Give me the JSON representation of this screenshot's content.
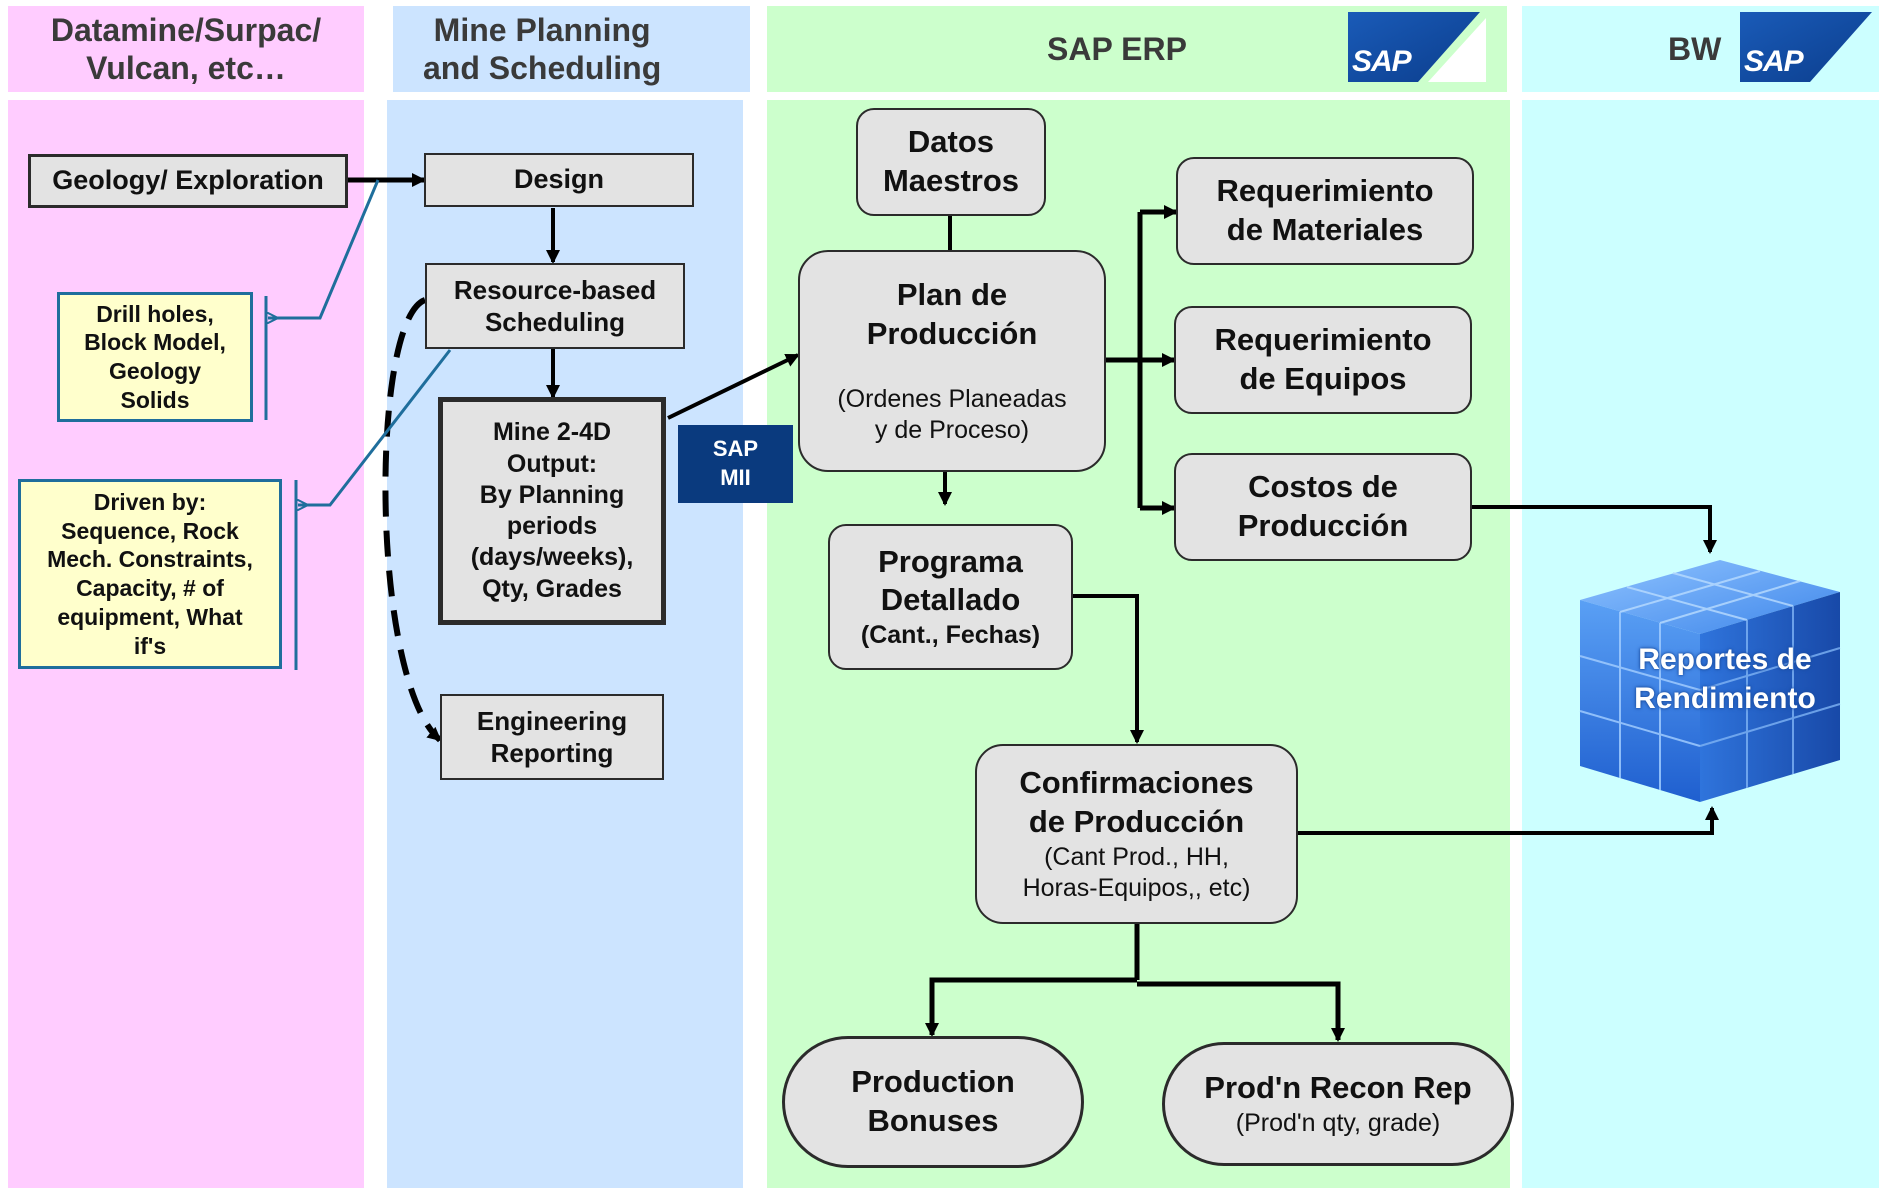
{
  "lanes": {
    "datamine": {
      "title": "Datamine/Surpac/\nVulcan, etc…",
      "color": "#ffccff"
    },
    "mine_planning": {
      "title": "Mine Planning\nand Scheduling",
      "color": "#cce4ff"
    },
    "sap_erp": {
      "title": "SAP ERP",
      "color": "#ccffcc"
    },
    "bw": {
      "title": "BW",
      "color": "#ccffff"
    }
  },
  "logos": {
    "sap_label": "SAP"
  },
  "nodes": {
    "geology": "Geology/ Exploration",
    "drill_holes": "Drill holes,\nBlock Model,\nGeology\nSolids",
    "driven_by": "Driven by:\nSequence, Rock\nMech. Constraints,\nCapacity, # of\nequipment, What\nif's",
    "design": "Design",
    "resource_scheduling": "Resource-based\nScheduling",
    "mine_output": "Mine 2-4D\nOutput:\nBy Planning\nperiods\n(days/weeks),\nQty, Grades",
    "engineering_reporting": "Engineering\nReporting",
    "sap_mii": "SAP\nMII",
    "datos_maestros": "Datos\nMaestros",
    "plan_produccion": {
      "title": "Plan de\nProducción",
      "detail": "(Ordenes Planeadas\ny de Proceso)"
    },
    "requerimiento_materiales": "Requerimiento\nde Materiales",
    "requerimiento_equipos": "Requerimiento\nde Equipos",
    "costos_produccion": "Costos de\nProducción",
    "programa_detallado": {
      "title": "Programa\nDetallado",
      "detail": "(Cant., Fechas)"
    },
    "confirmaciones": {
      "title": "Confirmaciones\nde Producción",
      "detail": "(Cant Prod., HH,\nHoras-Equipos,, etc)"
    },
    "production_bonuses": "Production\nBonuses",
    "prod_recon": {
      "title": "Prod'n Recon Rep",
      "detail": "(Prod'n qty, grade)"
    },
    "reportes": "Reportes de\nRendimiento"
  },
  "colors": {
    "accent_blue": "#1f6e9c",
    "mii_blue": "#0a3a7e",
    "cube_blue": "#2f7be0"
  }
}
